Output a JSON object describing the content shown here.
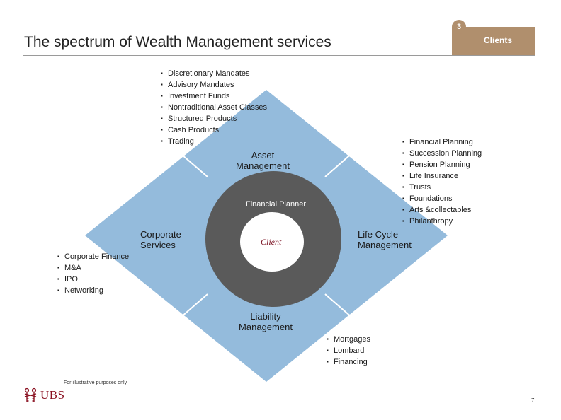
{
  "header": {
    "title": "The spectrum of Wealth Management services",
    "badge_number": "3",
    "section_label": "Clients"
  },
  "colors": {
    "accent": "#b08f6d",
    "diamond": "#94bbdc",
    "ring": "#5a5a5a",
    "brand": "#8a1020"
  },
  "diagram": {
    "center": {
      "ring_label": "Financial Planner",
      "core_label": "Client"
    },
    "quadrants": {
      "asset_management": {
        "label": "Asset\nManagement",
        "items": [
          "Discretionary Mandates",
          "Advisory Mandates",
          "Investment Funds",
          "Nontraditional Asset Classes",
          "Structured Products",
          "Cash Products",
          "Trading"
        ]
      },
      "life_cycle_management": {
        "label": "Life Cycle\nManagement",
        "items": [
          "Financial Planning",
          "Succession Planning",
          "Pension Planning",
          "Life Insurance",
          "Trusts",
          "Foundations",
          "Arts &collectables",
          "Philanthropy"
        ]
      },
      "corporate_services": {
        "label": "Corporate\nServices",
        "items": [
          "Corporate Finance",
          "M&A",
          "IPO",
          "Networking"
        ]
      },
      "liability_management": {
        "label": "Liability\nManagement",
        "items": [
          "Mortgages",
          "Lombard",
          "Financing"
        ]
      }
    }
  },
  "footer": {
    "note": "For illustrative purposes only",
    "logo_text": "UBS",
    "logo_icon": "ubs-keys-icon",
    "page_number": "7"
  }
}
